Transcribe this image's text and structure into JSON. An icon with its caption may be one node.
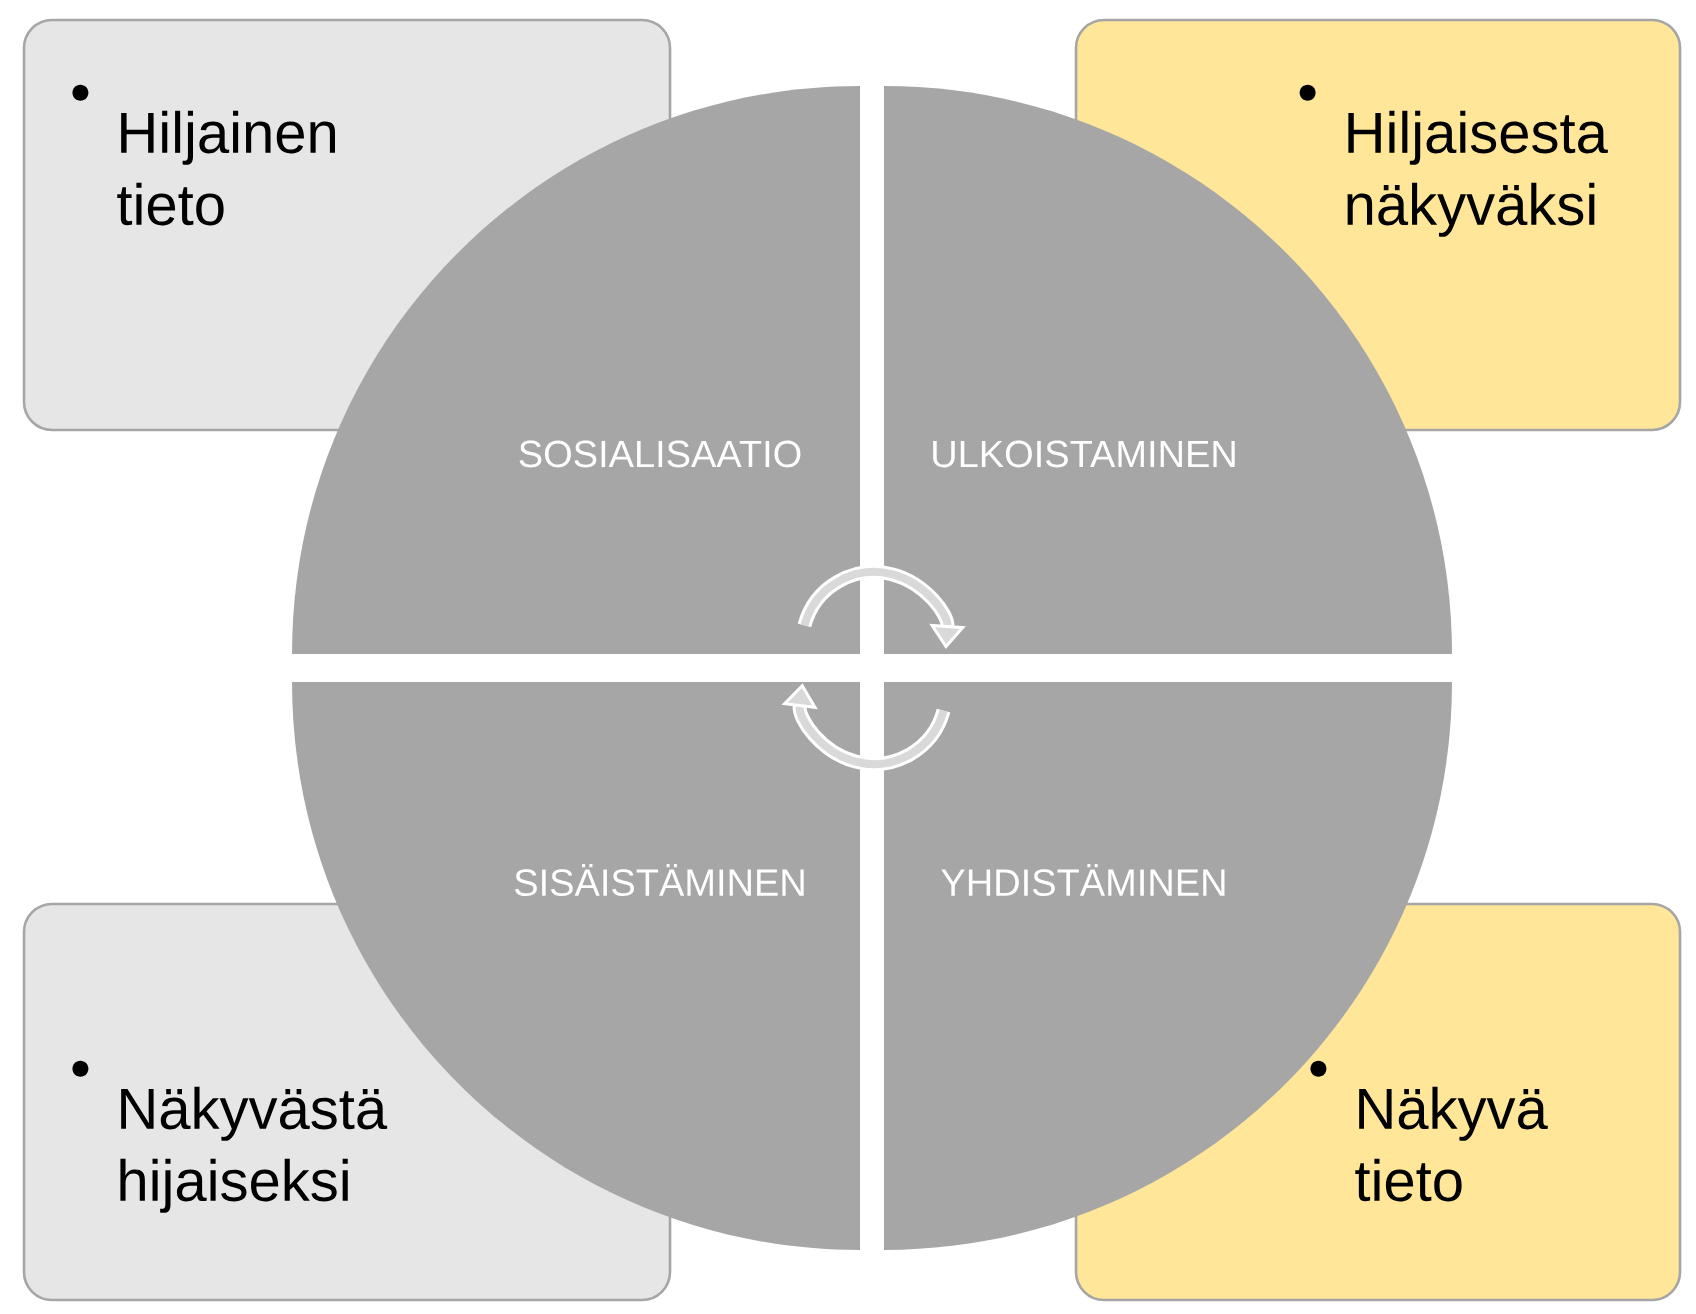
{
  "diagram": {
    "nodes": [
      {
        "text": [
          "Hiljainen tieto"
        ]
      },
      {
        "text": [
          "Hiljaisesta näkyväksi"
        ]
      },
      {
        "text": [
          "Näkyvästä hijaiseksi"
        ]
      },
      {
        "text": [
          "Näkyvä tieto"
        ]
      },
      {
        "text": [
          "SOSIALISAATIO"
        ]
      },
      {
        "text": [
          "ULKOISTAMINEN"
        ]
      },
      {
        "text": [
          "SISÄISTÄMINEN"
        ]
      },
      {
        "text": [
          "YHDISTÄMINEN"
        ]
      }
    ],
    "edges": [
      {
        "from": 4,
        "to": 5,
        "arrow": "to"
      },
      {
        "from": 7,
        "to": 6,
        "arrow": "to"
      }
    ]
  }
}
